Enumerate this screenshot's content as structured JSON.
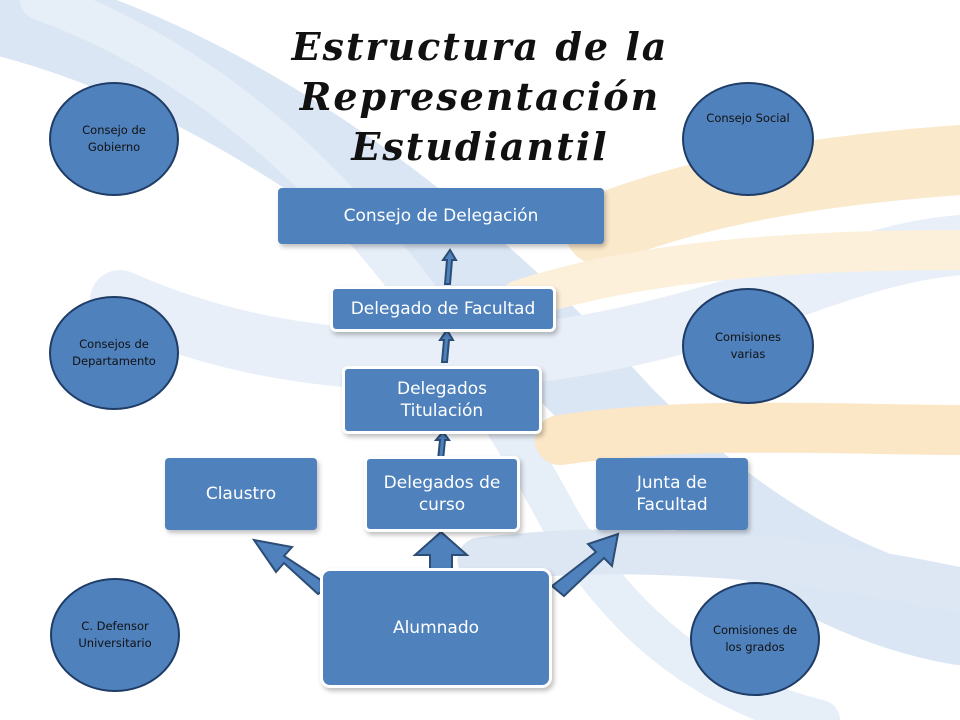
{
  "title": {
    "line1": "Estructura de la Representación",
    "line2": "Estudiantil"
  },
  "boxes": {
    "consejo_delegacion": "Consejo de Delegación",
    "delegado_facultad": "Delegado de Facultad",
    "delegados_titulacion": "Delegados Titulación",
    "claustro": "Claustro",
    "delegados_curso": "Delegados de curso",
    "junta_facultad": "Junta de Facultad",
    "alumnado": "Alumnado"
  },
  "circles": {
    "consejo_gobierno": "Consejo de Gobierno",
    "consejo_social": "Consejo Social",
    "consejos_departamento": "Consejos de Departamento",
    "comisiones_varias": "Comisiones varias",
    "defensor": "C. Defensor Universitario",
    "comisiones_grados": "Comisiones de los grados"
  },
  "colors": {
    "box_fill": "#4f81bd",
    "circle_border": "#1f3c66",
    "arrow_fill": "#4f81bd",
    "arrow_stroke": "#2c4d75",
    "swoosh_blue": "#c9d9ee",
    "swoosh_orange": "#f5deb3"
  }
}
